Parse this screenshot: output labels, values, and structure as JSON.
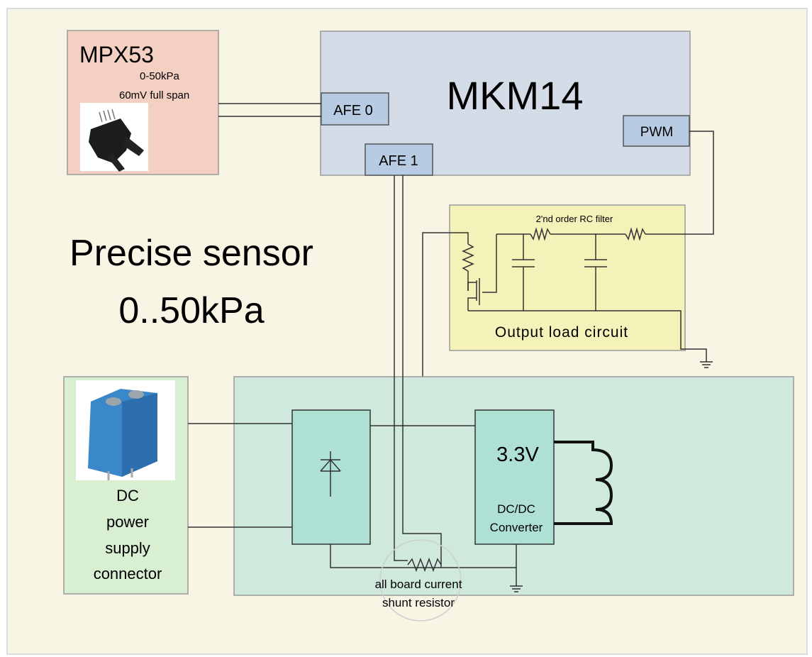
{
  "sensor": {
    "name": "MPX53",
    "range": "0-50kPa",
    "span": "60mV full span"
  },
  "mcu": {
    "name": "MKM14",
    "afe0": "AFE 0",
    "afe1": "AFE 1",
    "pwm": "PWM"
  },
  "title": {
    "line1": "Precise sensor",
    "line2": "0..50kPa"
  },
  "output": {
    "filter_label": "2'nd order RC filter",
    "label": "Output load circuit"
  },
  "power": {
    "connector_lines": [
      "DC",
      "power",
      "supply",
      "connector"
    ],
    "voltage": "3.3V",
    "converter_line1": "DC/DC",
    "converter_line2": "Converter",
    "shunt_line1": "all board current",
    "shunt_line2": "shunt resistor"
  },
  "colors": {
    "background": "#f8f5e4",
    "sensor_box": "#f3d0c2",
    "mcu_box": "#d3dce7",
    "port_box": "#b7cbe3",
    "output_box": "#f4f1b9",
    "power_board": "#cfe9dd",
    "connector_box": "#d8efd1",
    "component_box": "#aee1d4",
    "terminal_blue": "#3a87c9"
  }
}
